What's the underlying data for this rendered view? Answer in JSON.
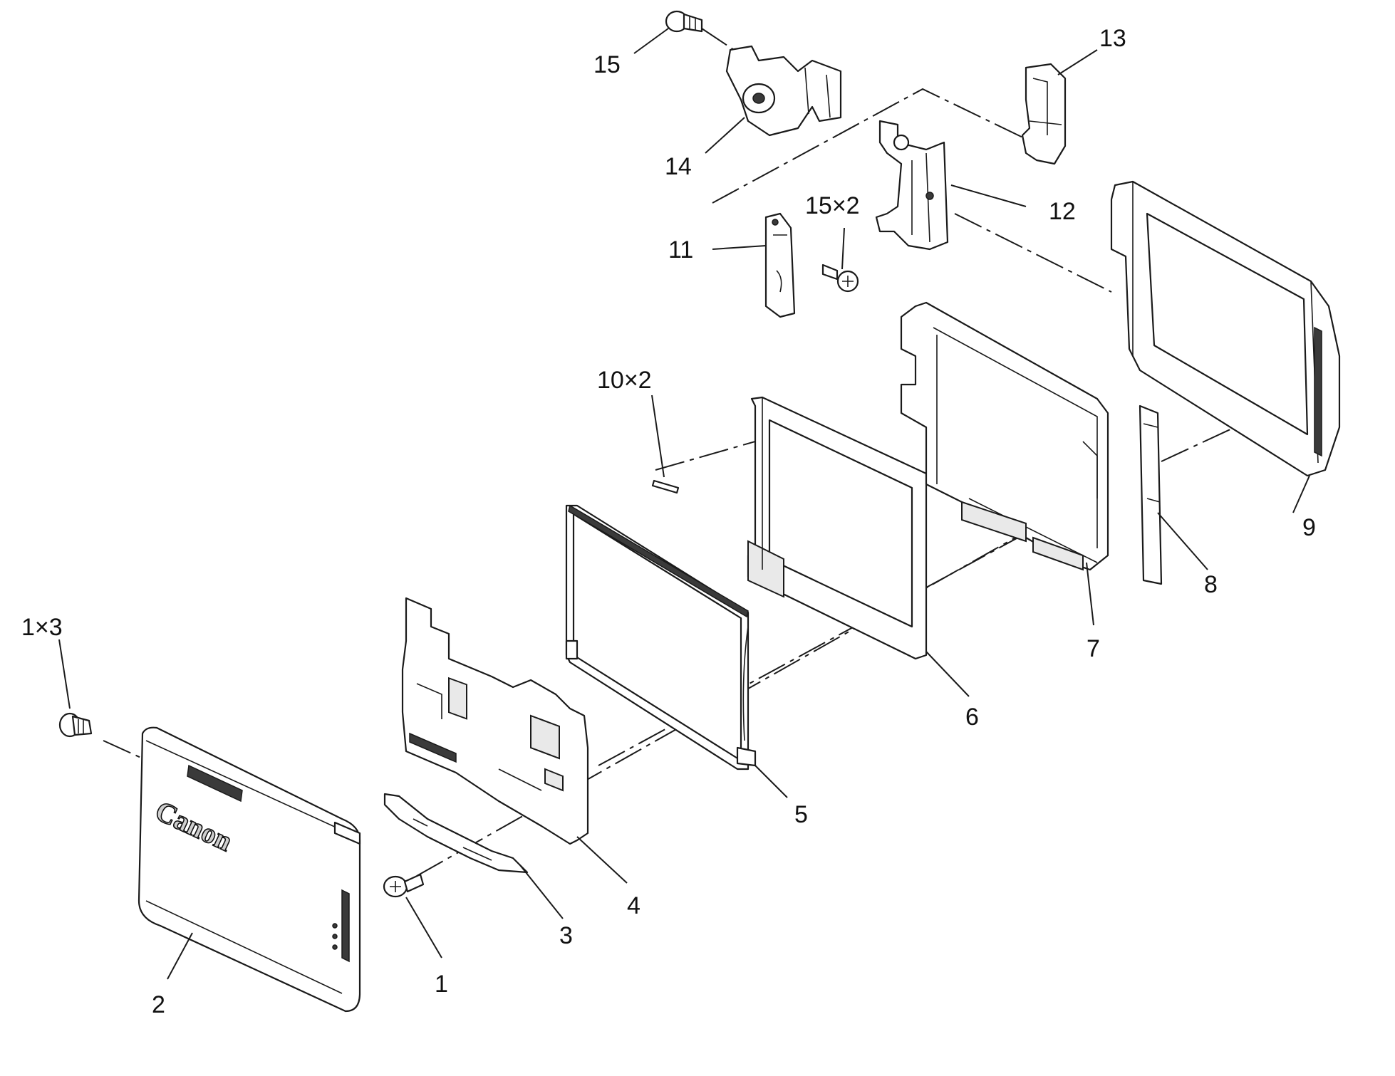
{
  "diagram": {
    "type": "exploded-parts-view",
    "brand_mark": "Canon",
    "callouts": [
      {
        "id": "c1x3",
        "text": "1×3"
      },
      {
        "id": "c1",
        "text": "1"
      },
      {
        "id": "c2",
        "text": "2"
      },
      {
        "id": "c3",
        "text": "3"
      },
      {
        "id": "c4",
        "text": "4"
      },
      {
        "id": "c5",
        "text": "5"
      },
      {
        "id": "c6",
        "text": "6"
      },
      {
        "id": "c7",
        "text": "7"
      },
      {
        "id": "c8",
        "text": "8"
      },
      {
        "id": "c9",
        "text": "9"
      },
      {
        "id": "c10x2",
        "text": "10×2"
      },
      {
        "id": "c11",
        "text": "11"
      },
      {
        "id": "c12",
        "text": "12"
      },
      {
        "id": "c13",
        "text": "13"
      },
      {
        "id": "c14",
        "text": "14"
      },
      {
        "id": "c15",
        "text": "15"
      },
      {
        "id": "c15x2",
        "text": "15×2"
      }
    ]
  }
}
